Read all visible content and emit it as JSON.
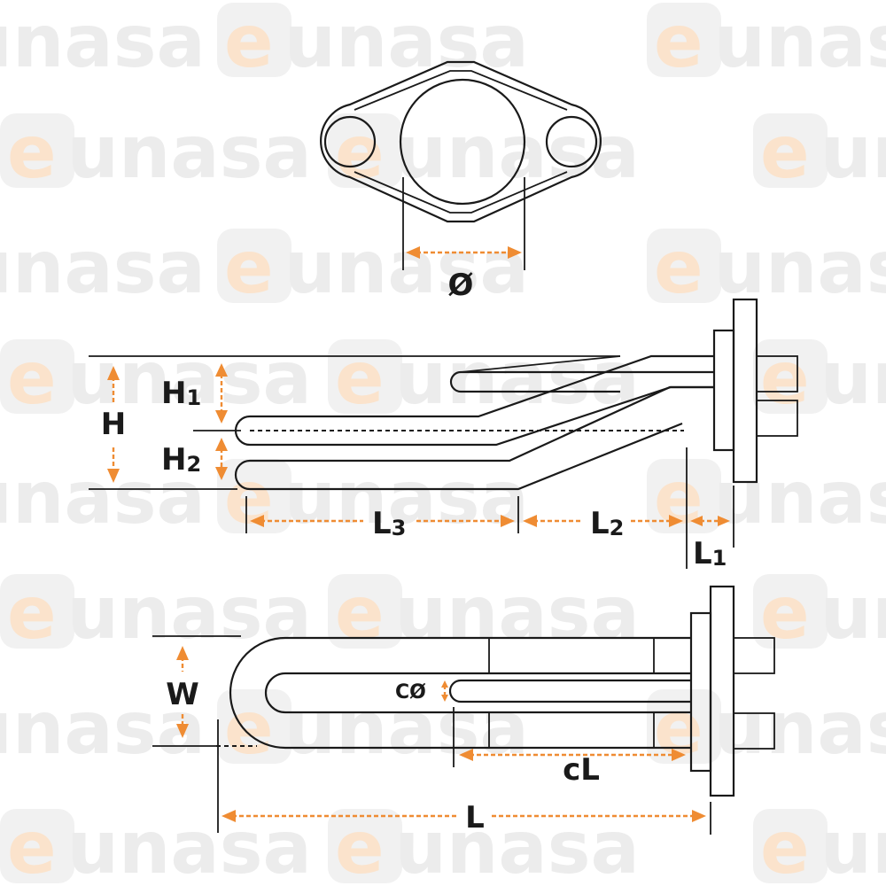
{
  "watermark": {
    "prefix": "e",
    "rest": "unasa"
  },
  "colors": {
    "accent": "#ef8c33",
    "line": "#1a1a1a",
    "watermark_text": "#ececec",
    "watermark_e": "#fbe3cc"
  },
  "labels": {
    "diameter": "Ø",
    "height": "H",
    "h1": {
      "main": "H",
      "sub": "1"
    },
    "h2": {
      "main": "H",
      "sub": "2"
    },
    "l1": {
      "main": "L",
      "sub": "1"
    },
    "l2": {
      "main": "L",
      "sub": "2"
    },
    "l3": {
      "main": "L",
      "sub": "3"
    },
    "width": "W",
    "cold_diameter": "CØ",
    "cold_length": "cL",
    "length": "L"
  }
}
